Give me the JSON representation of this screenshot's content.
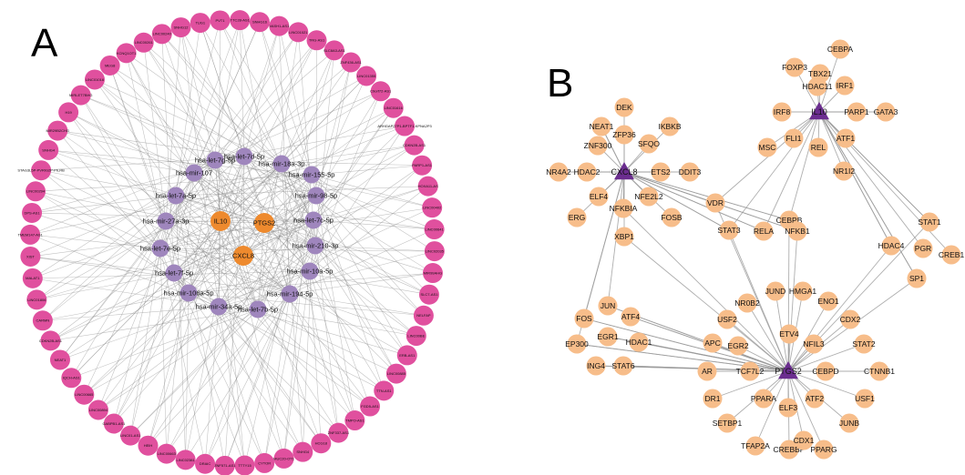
{
  "panels": {
    "a": {
      "letter": "A",
      "ring": [
        "TUG1",
        "PVT1",
        "TTC28-AS1",
        "SNHG16",
        "VASH1-AS1",
        "LINC01021",
        "TRG-AS1",
        "SLC8A3-AS1",
        "ZNF436-AS1",
        "LINC01355",
        "C9orf72-AS1",
        "LINC01616",
        "ARHGAP27P1-BPTF1-KPNA2P3",
        "CDKN2B-AS1",
        "PARP1-AS1",
        "HOXA11-AS",
        "LINC00402",
        "LINC00641",
        "LINC02035",
        "MIR99AHG",
        "SLC7-AS1",
        "NELFAP",
        "LINC00BE",
        "ERB-AS1",
        "LINC00885",
        "TTN-AS1",
        "FGD5-AS1",
        "TMPO-AS1",
        "ZNF337-AS1",
        "HCG18",
        "SNHG4",
        "MUC20-OT1",
        "CYTOR",
        "TTTY15",
        "ZNF571-AS1",
        "DRAIC",
        "LINC02381",
        "LINC00663",
        "HEIH",
        "LINC01-AS1",
        "GABPB1-AS1",
        "LINC00894",
        "LINC00665",
        "IQCH-AS1",
        "NEAT1",
        "CDKN2B-AS1",
        "CARMN",
        "LINC01806",
        "MALAT1",
        "XIST",
        "TMEM147-AS1",
        "DPS-AS1",
        "LINC00294",
        "STAG3L5P-PVRIG2P-PILRB",
        "SNHG4",
        "MIR29B2CHG",
        "H19",
        "MIRLET7BHG",
        "LINC01016",
        "MEG8",
        "KCNQ1OT1",
        "LINC00261",
        "LINC00240",
        "SNHG12"
      ],
      "mirnas": [
        "hsa-let-7d-5p",
        "hsa-mir-18a-3p",
        "hsa-mir-155-5p",
        "hsa-mir-98-5p",
        "hsa-let-7c-5p",
        "hsa-mir-210-3p",
        "hsa-mir-10a-5p",
        "hsa-mir-194-5p",
        "hsa-let-7b-5p",
        "hsa-mir-34a-5p",
        "hsa-mir-106a-5p",
        "hsa-let-7f-5p",
        "hsa-let-7e-5p",
        "hsa-mir-27a-3p",
        "hsa-let-7a-5p",
        "hsa-mir-107",
        "hsa-let-7g-5p"
      ],
      "targets": [
        "IL10",
        "PTGS2",
        "CXCL8"
      ]
    },
    "b": {
      "letter": "B",
      "hubs": [
        "CXCL8",
        "IL10",
        "PTGS2"
      ],
      "nodes": [
        "DEK",
        "IKBKB",
        "NEAT1",
        "ZFP36",
        "SFQO",
        "ZNF300",
        "NR4A2",
        "HDAC2",
        "ETS2",
        "DDIT3",
        "ELF4",
        "NFE2L2",
        "ERG",
        "NFKBIA",
        "FOSB",
        "VDR",
        "STAT3",
        "RELA",
        "CEBPB",
        "NFKB1",
        "XBP1",
        "CEBPA",
        "FOXP3",
        "TBX21",
        "HDAC11",
        "IRF1",
        "IRF8",
        "PARP1",
        "GATA3",
        "FLI1",
        "MSC",
        "ATF1",
        "REL",
        "NR1I2",
        "STAT1",
        "HDAC4",
        "PGR",
        "CREB1",
        "SP1",
        "JUN",
        "ATF4",
        "FOS",
        "EGR1",
        "HDAC1",
        "EP300",
        "ING4",
        "STAT6",
        "JUND",
        "HMGA1",
        "NR0B2",
        "ENO1",
        "USF2",
        "APC",
        "EGR2",
        "ETV4",
        "CDX2",
        "NFIL3",
        "STAT2",
        "AR",
        "TCF7L2",
        "CEBPD",
        "CTNNB1",
        "DR1",
        "PPARA",
        "ATF2",
        "USF1",
        "SETBP1",
        "ELF3",
        "JUNB",
        "TFAP2A",
        "CREBBP",
        "PPARG",
        "CDX1"
      ]
    }
  },
  "colors": {
    "lncrna": "#e0509e",
    "mirna": "#9f86bd",
    "target": "#ee8a2e",
    "tf": "#f7bd8a",
    "hub": "#6b2d8f",
    "edge": "#8a8a8a"
  }
}
